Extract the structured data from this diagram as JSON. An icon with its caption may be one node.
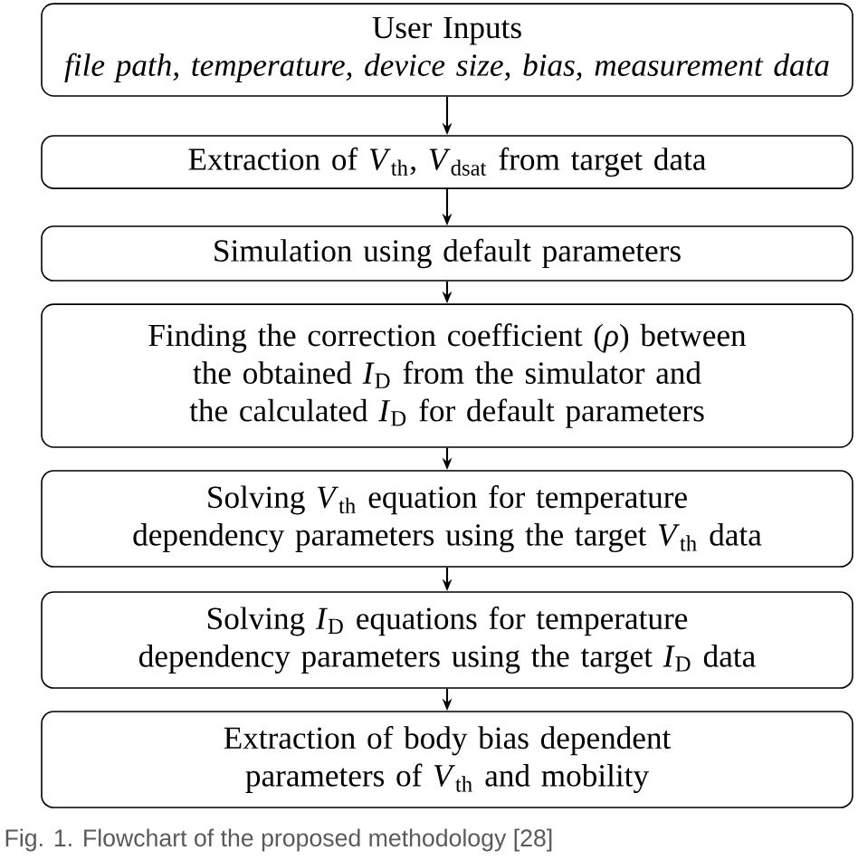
{
  "diagram": {
    "caption": "Fig. 1. Flowchart of the proposed methodology [28]",
    "nodes": [
      {
        "text": [
          "User Inputs",
          "file path, temperature, device size, bias, measurement data"
        ]
      },
      {
        "text": [
          "Extraction of *V*$_{th}$, *V*$_{dsat}$ from target data"
        ]
      },
      {
        "text": [
          "Simulation using default parameters"
        ]
      },
      {
        "text": [
          "Finding the correction coefficient (*ρ*) between the obtained *I*$_{D}$ from the simulator and the calculated *I*$_{D}$ for default parameters"
        ]
      },
      {
        "text": [
          "Solving *V*$_{th}$ equation for temperature dependency parameters using the target *V*$_{th}$ data"
        ]
      },
      {
        "text": [
          "Solving *I*$_{D}$ equations for temperature dependency parameters using the target *I*$_{D}$ data"
        ]
      },
      {
        "text": [
          "Extraction of body bias dependent parameters of *V*$_{th}$ and mobility"
        ]
      }
    ],
    "edges": [
      {
        "from": 0,
        "to": 1,
        "arrow": "to"
      },
      {
        "from": 1,
        "to": 2,
        "arrow": "to"
      },
      {
        "from": 2,
        "to": 3,
        "arrow": "to"
      },
      {
        "from": 3,
        "to": 4,
        "arrow": "to"
      },
      {
        "from": 4,
        "to": 5,
        "arrow": "to"
      },
      {
        "from": 5,
        "to": 6,
        "arrow": "to"
      }
    ]
  }
}
